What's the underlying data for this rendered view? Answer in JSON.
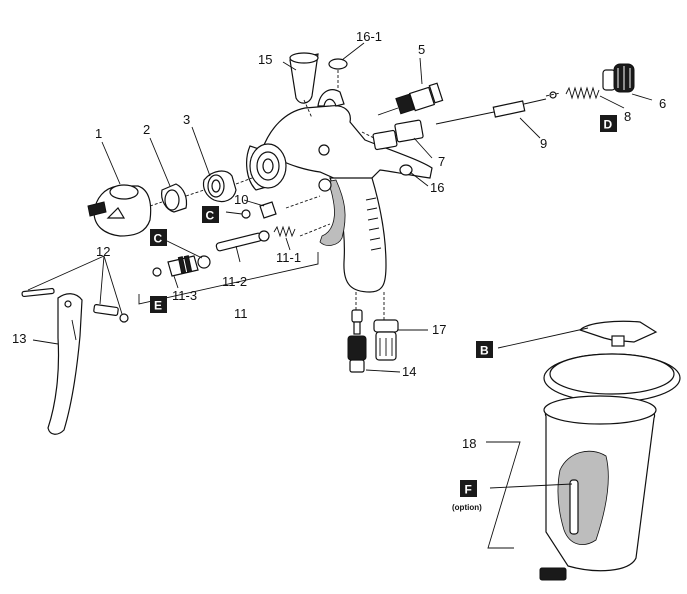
{
  "callouts": {
    "c1": "1",
    "c2": "2",
    "c3": "3",
    "c5": "5",
    "c6": "6",
    "c7": "7",
    "c8": "8",
    "c9": "9",
    "c10": "10",
    "c11": "11",
    "c11_1": "11-1",
    "c11_2": "11-2",
    "c11_3": "11-3",
    "c12": "12",
    "c13": "13",
    "c14": "14",
    "c15": "15",
    "c16": "16",
    "c16_1": "16-1",
    "c17": "17",
    "c18": "18"
  },
  "badges": {
    "B": "B",
    "C1": "C",
    "C2": "C",
    "D": "D",
    "E": "E",
    "F": "F"
  },
  "option_note": "(option)",
  "colors": {
    "ink": "#111111",
    "badge": "#1a1a1a",
    "paper": "#ffffff",
    "shade": "#bdbdbd"
  }
}
